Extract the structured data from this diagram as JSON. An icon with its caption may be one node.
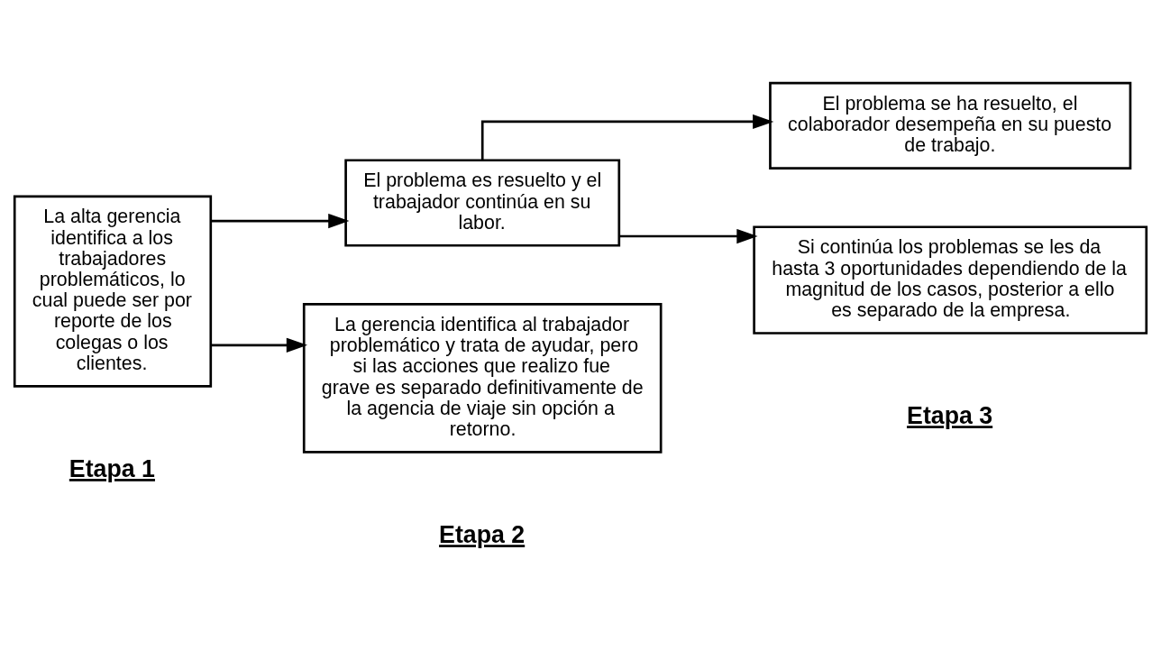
{
  "diagram": {
    "nodes": [
      {
        "text": [
          "La alta gerencia identifica a los trabajadores problemáticos, lo cual puede ser por reporte de los colegas o los clientes."
        ]
      },
      {
        "text": [
          "El problema es resuelto y el trabajador continúa en su labor."
        ]
      },
      {
        "text": [
          "La gerencia identifica al trabajador problemático y trata de ayudar, pero si las acciones que realizo fue grave es separado definitivamente de la agencia de viaje sin opción a retorno."
        ]
      },
      {
        "text": [
          "El problema se ha resuelto, el colaborador desempeña en su puesto de trabajo."
        ]
      },
      {
        "text": [
          "Si continúa los problemas se les da hasta 3 oportunidades dependiendo de la magnitud de los casos, posterior a ello es separado de la empresa."
        ]
      }
    ],
    "edges": [
      {
        "from": 0,
        "to": 1,
        "arrow": "to"
      },
      {
        "from": 0,
        "to": 2,
        "arrow": "to"
      },
      {
        "from": 1,
        "to": 3,
        "arrow": "to"
      },
      {
        "from": 1,
        "to": 4,
        "arrow": "to"
      }
    ],
    "labels": [
      "Etapa 1",
      "Etapa 2",
      "Etapa 3"
    ]
  }
}
